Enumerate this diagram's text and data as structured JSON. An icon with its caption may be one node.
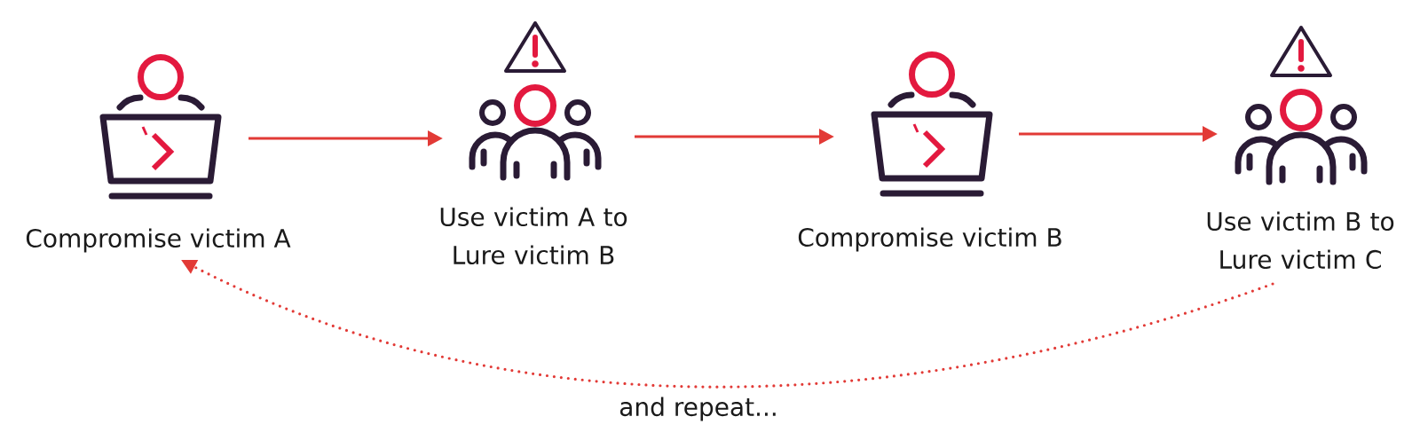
{
  "diagram": {
    "nodes": [
      {
        "text": [
          "Compromise victim A"
        ]
      },
      {
        "text": [
          "Use victim A to Lure victim B"
        ]
      },
      {
        "text": [
          "Compromise victim B"
        ]
      },
      {
        "text": [
          "Use victim B to Lure victim C"
        ]
      }
    ],
    "edges": [
      {
        "from": 0,
        "to": 1,
        "arrow": "to"
      },
      {
        "from": 1,
        "to": 2,
        "arrow": "to"
      },
      {
        "from": 2,
        "to": 3,
        "arrow": "to"
      },
      {
        "from": 3,
        "to": 0,
        "arrow": "to",
        "style": "dashed",
        "label": "and repeat..."
      }
    ]
  }
}
